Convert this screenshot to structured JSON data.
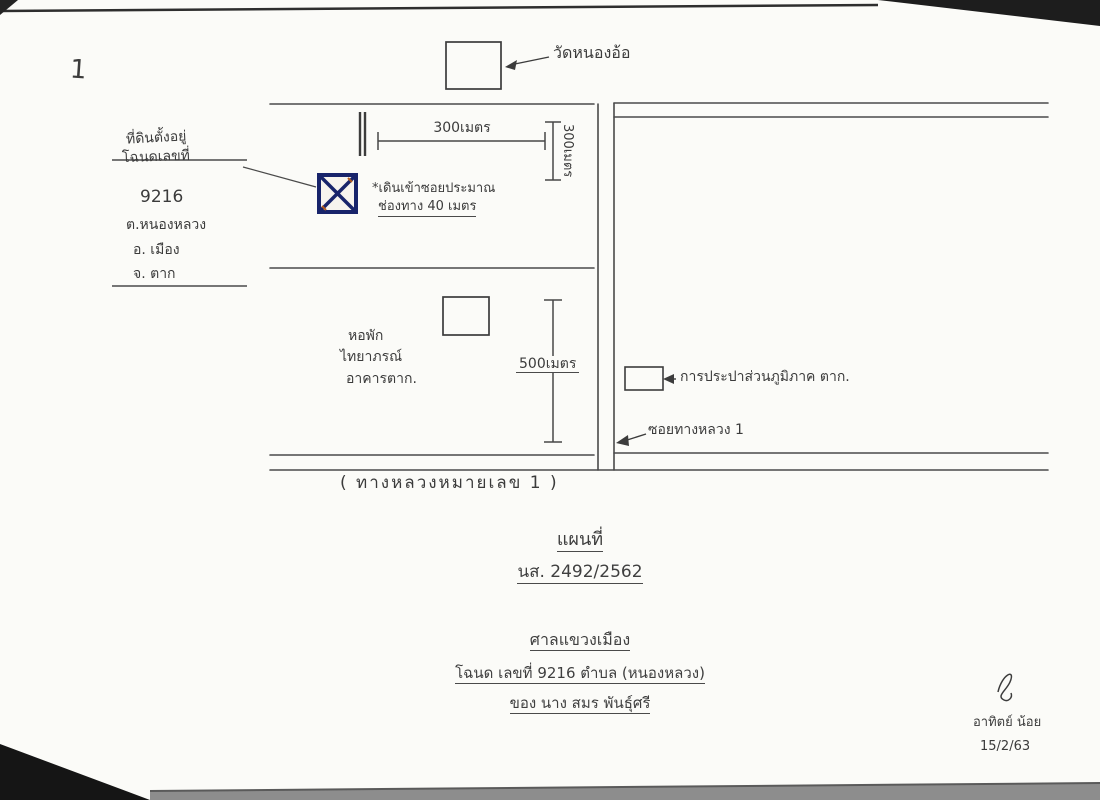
{
  "colors": {
    "ink": "#454545",
    "plot_marker": "#18246b",
    "paper": "#fbfbf8",
    "scan_edge": "#1d1d1d"
  },
  "map": {
    "temple_label": "วัดหนองอ้อ",
    "soi_note_line1": "*เดินเข้าซอยประมาณ",
    "soi_note_line2": "ช่องทาง 40 เมตร",
    "distance_top": "300เมตร",
    "distance_right": "300เมตร",
    "distance_middle": "500เมตร",
    "address_lines": [
      "ที่ดินตั้งอยู่",
      "โฉนดเลขที่",
      "9216",
      "ต.หนองหลวง",
      "อ. เมือง",
      "จ. ตาก"
    ],
    "building_lines": [
      "หอพัก",
      "ไทยาภรณ์",
      "อาคารตาก."
    ],
    "waterworks_label": "การประปาส่วนภูมิภาค ตาก.",
    "soi_sign_label": "ซอยทางหลวง 1",
    "highway_caption": "( ทางหลวงหมายเลข 1 )",
    "stray_mark": "1"
  },
  "footer": {
    "title": "แผนที่",
    "doc_no": "นส. 2492/2562",
    "office": "ศาลแขวงเมือง",
    "deed_line": "โฉนด เลขที่ 9216 ตำบล (หนองหลวง)",
    "owner_line": "ของ นาง สมร พันธุ์ศรี",
    "signer_name": "อาทิตย์ น้อย",
    "sign_date": "15/2/63"
  }
}
